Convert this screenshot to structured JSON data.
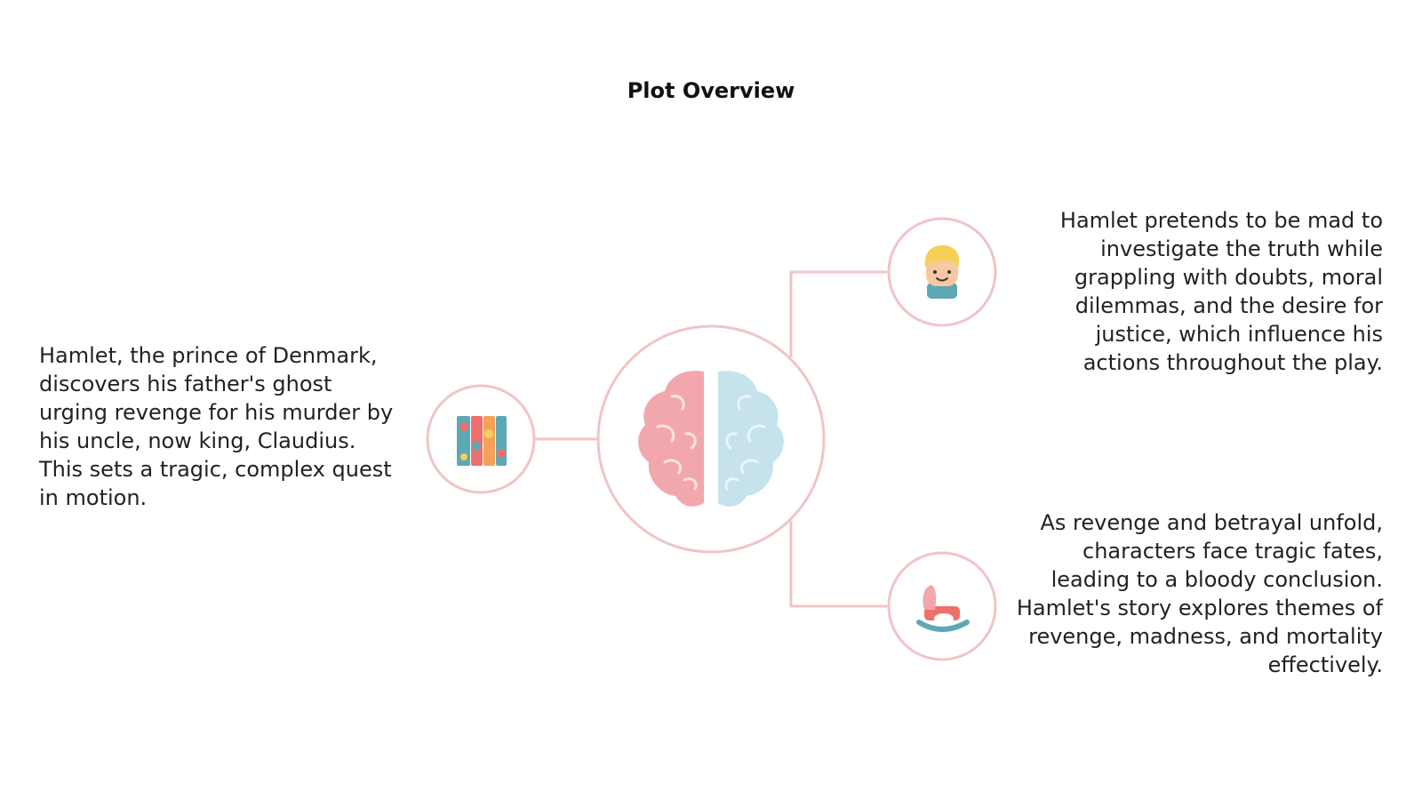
{
  "title": "Plot Overview",
  "items": [
    {
      "text": "Hamlet, the prince of Denmark, discovers his father's ghost urging revenge for his murder by his uncle, now king, Claudius. This sets a tragic, complex quest in motion.",
      "icon": "puzzle-icon"
    },
    {
      "text": "Hamlet pretends to be mad to investigate the truth while grappling with doubts, moral dilemmas, and the desire for justice, which influence his actions throughout the play.",
      "icon": "boy-icon"
    },
    {
      "text": "As revenge and betrayal unfold, characters face tragic fates, leading to a bloody conclusion. Hamlet's story explores themes of revenge, madness, and mortality effectively.",
      "icon": "rocking-horse-icon"
    }
  ],
  "center_icon": "brain-icon",
  "colors": {
    "line": "#f0c4c6",
    "pink": "#f2a7ad",
    "blue": "#c6e2ec",
    "teal": "#5ea8b4",
    "coral": "#ef6f6c",
    "yellow": "#f6cf57",
    "orange": "#f4a259",
    "skin": "#f6c9a2"
  }
}
